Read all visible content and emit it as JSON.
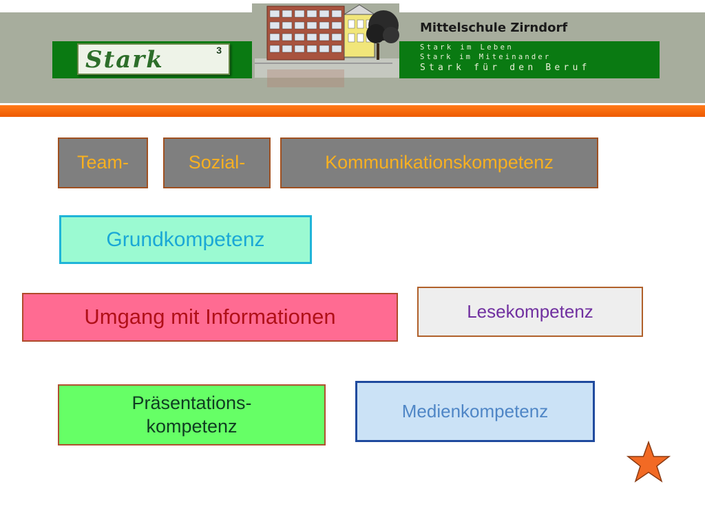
{
  "header": {
    "school_name": "Mittelschule Zirndorf",
    "logo_text": "Stark",
    "logo_superscript": "3",
    "taglines": [
      "Stark im Leben",
      "Stark im Miteinander",
      "Stark für den Beruf"
    ]
  },
  "boxes": {
    "team": "Team-",
    "sozial": "Sozial-",
    "kommunikation": "Kommunikationskompetenz",
    "grund": "Grundkompetenz",
    "umgang": "Umgang mit Informationen",
    "lese": "Lesekompetenz",
    "praesentation_line1": "Präsentations-",
    "praesentation_line2": "kompetenz",
    "medien": "Medienkompetenz"
  },
  "colors": {
    "header_bg": "#a7ad9d",
    "green_bar": "#0a7a12",
    "orange_bar": "#ff7a1a",
    "star": "#f26a24"
  },
  "icons": [
    "school-building-icon",
    "star-icon"
  ]
}
